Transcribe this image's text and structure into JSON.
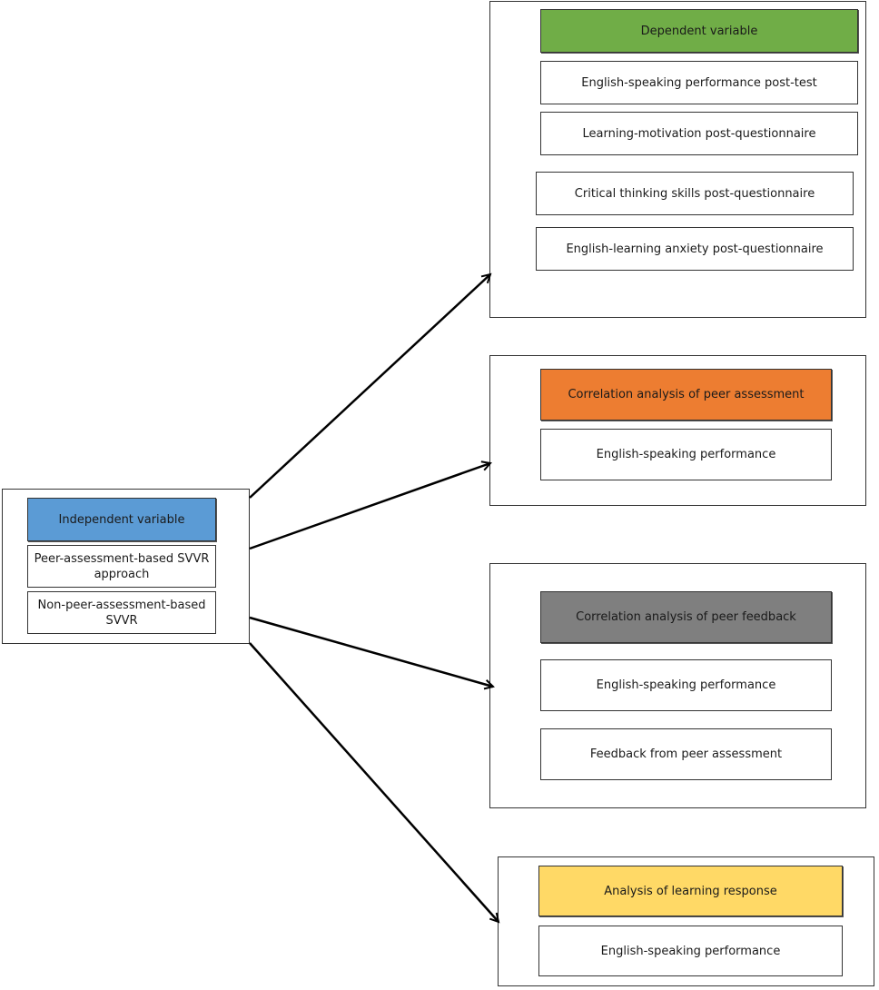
{
  "independent": {
    "header": "Independent variable",
    "items": [
      "Peer-assessment-based SVVR approach",
      "Non-peer-assessment-based SVVR"
    ]
  },
  "dependent": {
    "header": "Dependent variable",
    "items": [
      "English-speaking  performance  post-test",
      "Learning-motivation post-questionnaire",
      "Critical thinking skills post-questionnaire",
      "English-learning anxiety  post-questionnaire"
    ]
  },
  "peer_assessment": {
    "header": "Correlation analysis of peer assessment",
    "items": [
      "English-speaking performance"
    ]
  },
  "peer_feedback": {
    "header": "Correlation analysis of peer feedback",
    "items": [
      "English-speaking performance",
      "Feedback from peer assessment"
    ]
  },
  "learning_response": {
    "header": "Analysis of learning response",
    "items": [
      "English-speaking performance"
    ]
  },
  "colors": {
    "independent_header": "#5b9bd5",
    "dependent_header": "#70ad47",
    "peer_assessment_header": "#ed7d31",
    "peer_feedback_header": "#7f7f7f",
    "learning_response_header": "#ffd966"
  }
}
